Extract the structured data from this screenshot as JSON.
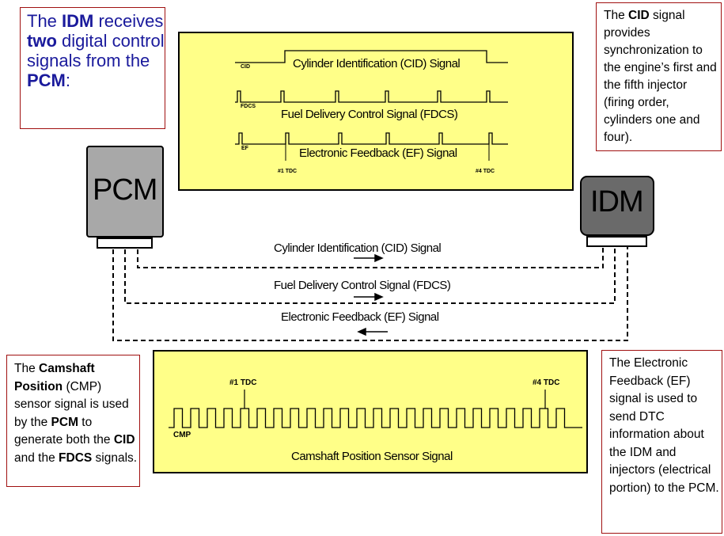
{
  "intro": {
    "t1": "The ",
    "b1": "IDM",
    "t2": " receives ",
    "b2": "two",
    "t3": " digital control signals from the ",
    "b3": "PCM",
    "t4": ":"
  },
  "cid_note": {
    "t1": "The ",
    "b1": "CID",
    "t2": " signal provides synchronization to the engine’s first and the fifth injector (firing order, cylinders one and four)."
  },
  "cmp_note": {
    "t1": "The ",
    "b1": "Camshaft Position",
    "t2": " (CMP) sensor signal is used by the ",
    "b2": "PCM",
    "t3": " to generate both the ",
    "b3": "CID",
    "t4": " and the ",
    "b4": "FDCS",
    "t5": " signals."
  },
  "ef_note": "The Electronic Feedback (EF) signal is used to send DTC information about the IDM and injectors (electrical portion) to the PCM.",
  "pcm_label": "PCM",
  "idm_label": "IDM",
  "top_panel": {
    "cid_tag": "CID",
    "cid_title": "Cylinder Identification (CID) Signal",
    "fdcs_tag": "FDCS",
    "fdcs_title": "Fuel Delivery Control Signal (FDCS)",
    "ef_tag": "EF",
    "ef_title": "Electronic Feedback (EF) Signal",
    "tdc1": "#1 TDC",
    "tdc4": "#4 TDC"
  },
  "wires": {
    "cid": "Cylinder Identification (CID) Signal",
    "fdcs": "Fuel Delivery Control Signal (FDCS)",
    "ef": "Electronic Feedback (EF) Signal"
  },
  "bottom_panel": {
    "tdc1": "#1 TDC",
    "tdc4": "#4 TDC",
    "cmp_tag": "CMP",
    "title": "Camshaft Position Sensor Signal"
  }
}
